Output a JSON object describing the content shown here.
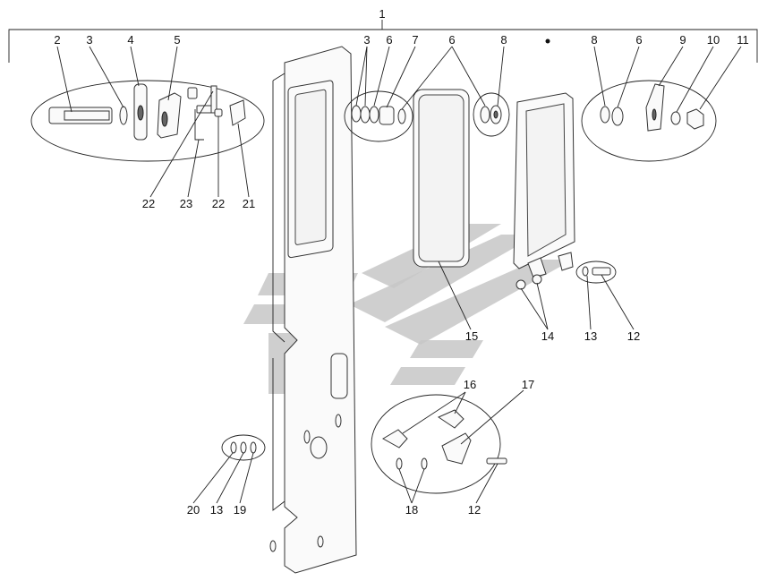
{
  "diagram": {
    "assembly_label": "1",
    "callouts": [
      {
        "id": "c1",
        "text": "1"
      },
      {
        "id": "c2",
        "text": "2"
      },
      {
        "id": "c3a",
        "text": "3"
      },
      {
        "id": "c4",
        "text": "4"
      },
      {
        "id": "c5",
        "text": "5"
      },
      {
        "id": "c3b",
        "text": "3"
      },
      {
        "id": "c6a",
        "text": "6"
      },
      {
        "id": "c7",
        "text": "7"
      },
      {
        "id": "c6b",
        "text": "6"
      },
      {
        "id": "c8a",
        "text": "8"
      },
      {
        "id": "c8b",
        "text": "8"
      },
      {
        "id": "c6c",
        "text": "6"
      },
      {
        "id": "c9",
        "text": "9"
      },
      {
        "id": "c10",
        "text": "10"
      },
      {
        "id": "c11",
        "text": "11"
      },
      {
        "id": "c22a",
        "text": "22"
      },
      {
        "id": "c23",
        "text": "23"
      },
      {
        "id": "c22b",
        "text": "22"
      },
      {
        "id": "c21",
        "text": "21"
      },
      {
        "id": "c15",
        "text": "15"
      },
      {
        "id": "c14",
        "text": "14"
      },
      {
        "id": "c13a",
        "text": "13"
      },
      {
        "id": "c12a",
        "text": "12"
      },
      {
        "id": "c16",
        "text": "16"
      },
      {
        "id": "c17",
        "text": "17"
      },
      {
        "id": "c18",
        "text": "18"
      },
      {
        "id": "c12b",
        "text": "12"
      },
      {
        "id": "c20",
        "text": "20"
      },
      {
        "id": "c13b",
        "text": "13"
      },
      {
        "id": "c19",
        "text": "19"
      }
    ]
  }
}
